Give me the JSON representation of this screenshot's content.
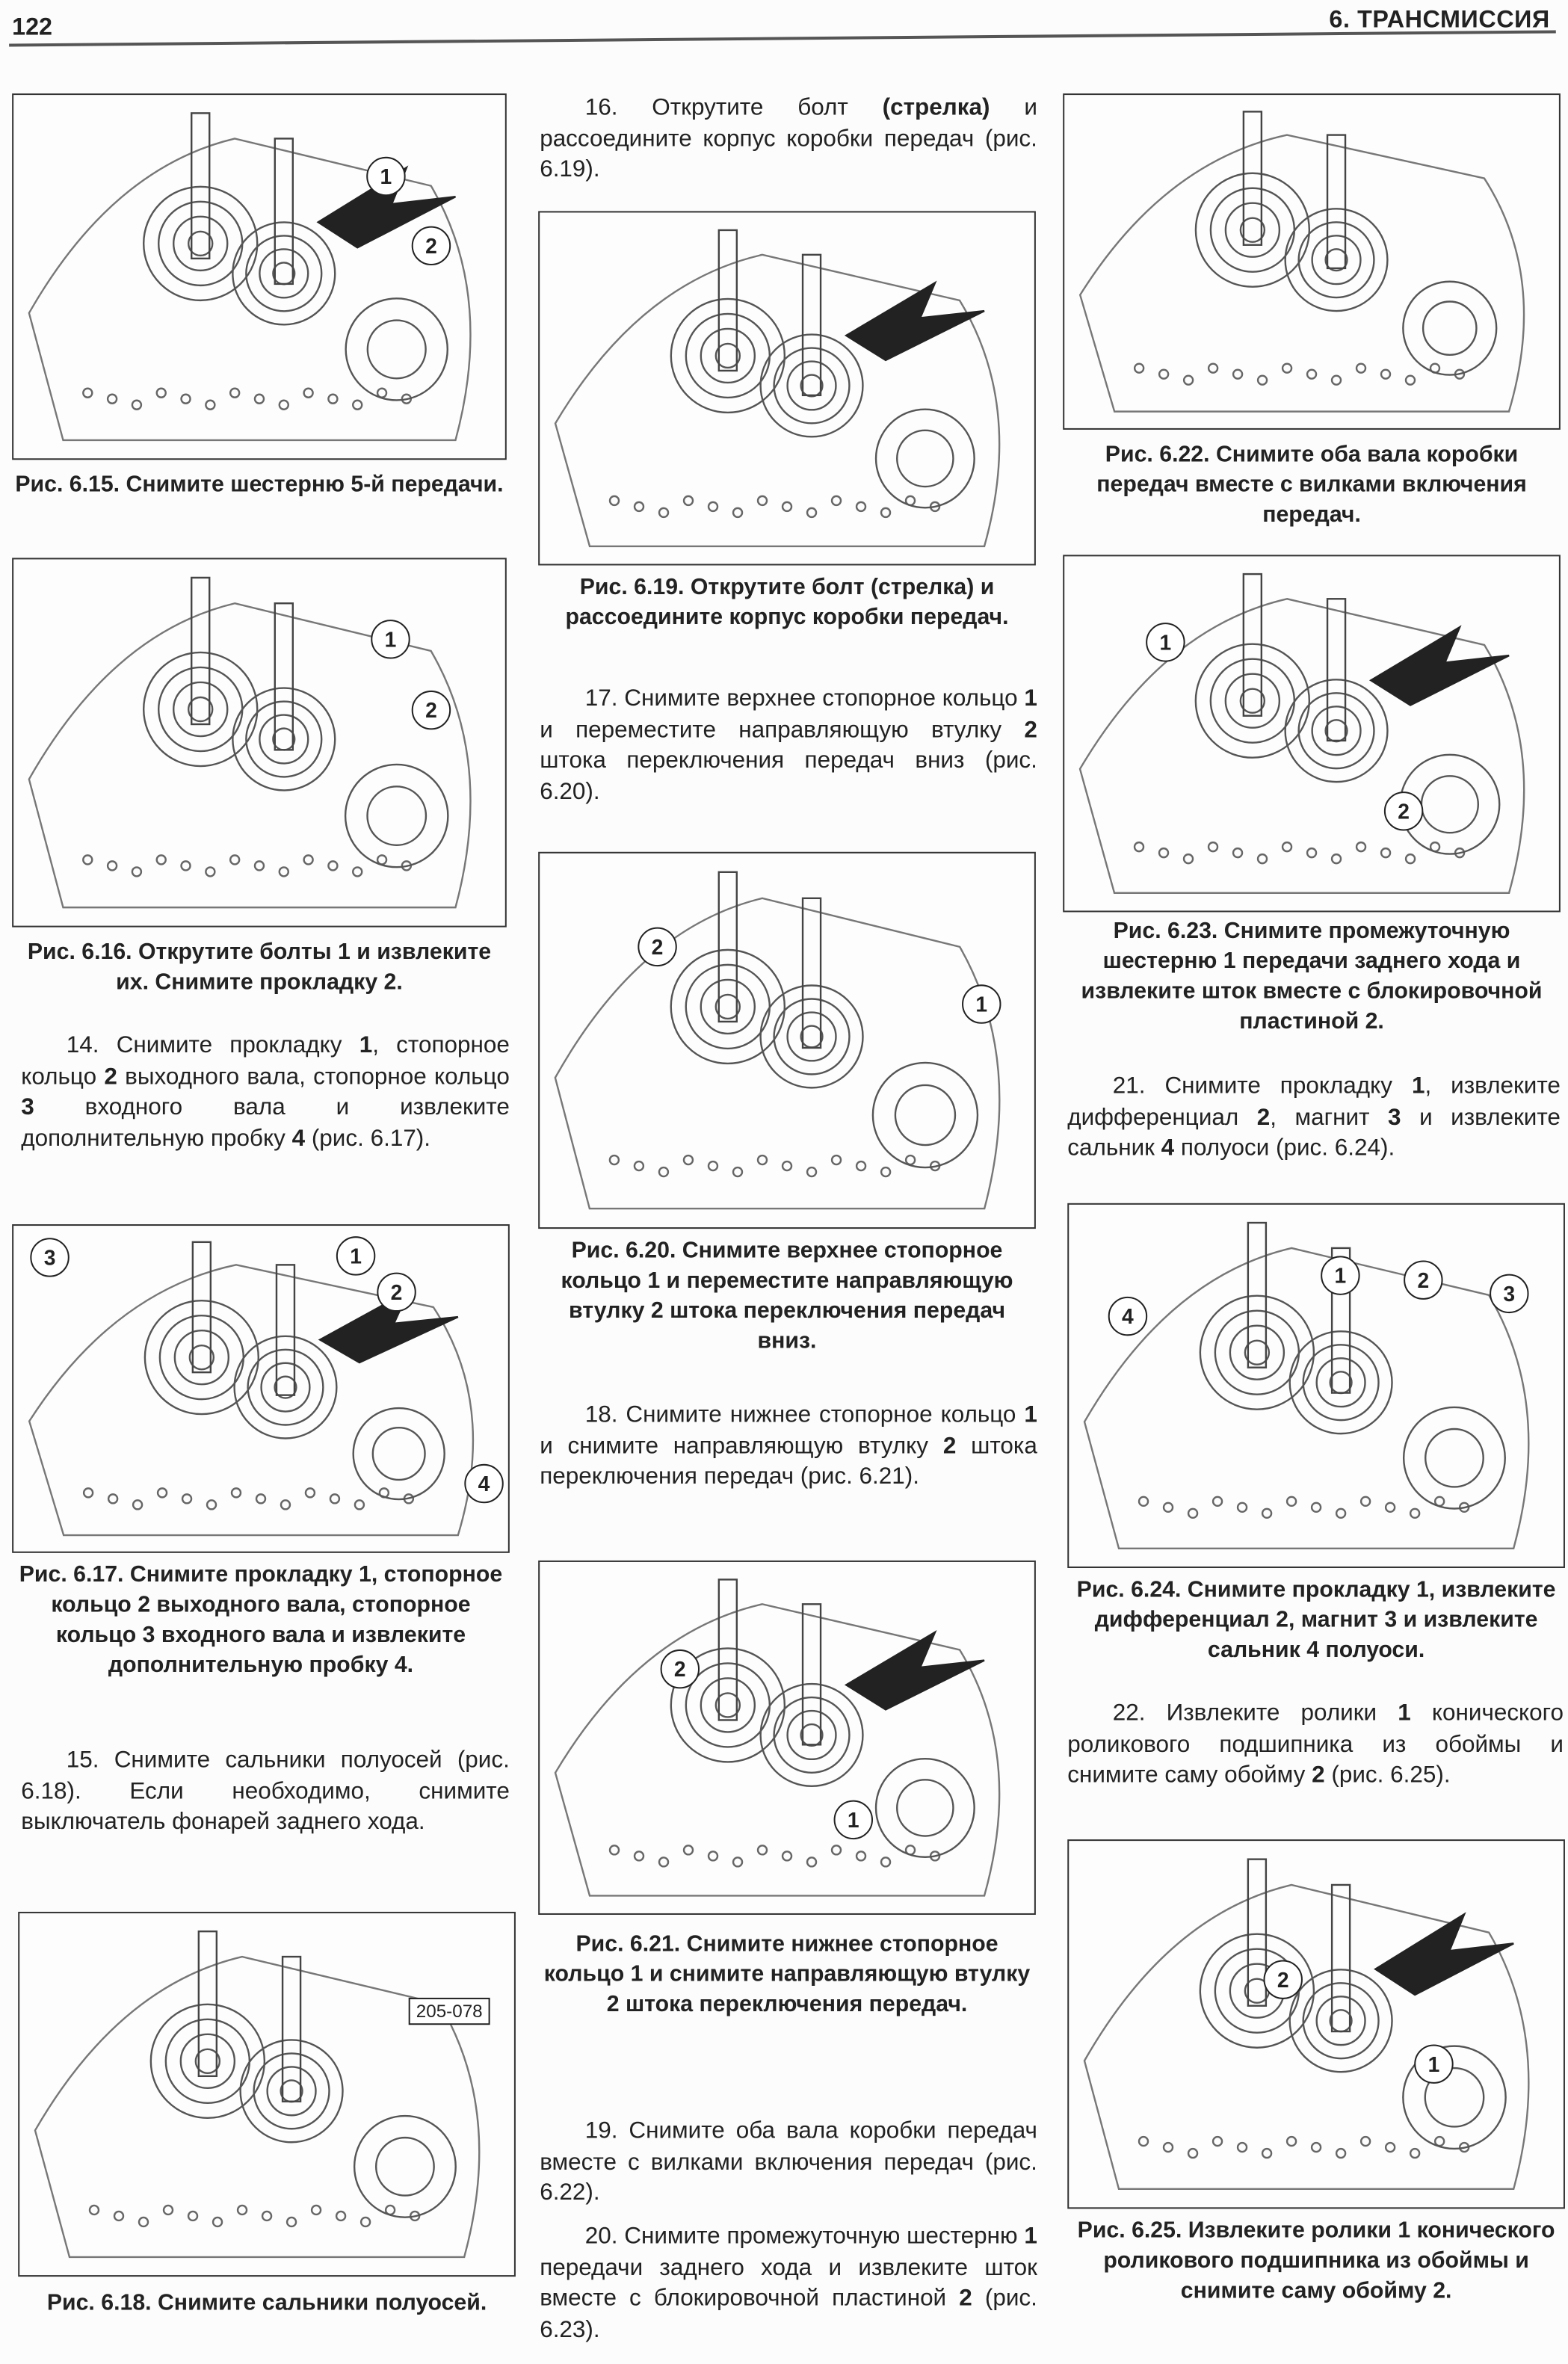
{
  "header": {
    "page_number": "122",
    "chapter": "6. ТРАНСМИССИЯ"
  },
  "figures": {
    "f615": {
      "caption": "Рис. 6.15. Снимите шестерню 5-й передачи.",
      "callouts": [
        "1",
        "2"
      ]
    },
    "f616": {
      "caption": "Рис. 6.16. Открутите болты 1 и извлеките их. Снимите прокладку 2.",
      "callouts": [
        "1",
        "2"
      ]
    },
    "f617": {
      "caption": "Рис. 6.17. Снимите прокладку 1, стопорное кольцо 2 выходного вала, стопорное кольцо 3 входного вала и извлеките дополнительную пробку 4.",
      "callouts": [
        "3",
        "1",
        "2",
        "4"
      ]
    },
    "f618": {
      "caption": "Рис. 6.18. Снимите сальники полуосей.",
      "tool_label": "205-078"
    },
    "f619": {
      "caption": "Рис. 6.19. Открутите болт (стрелка) и рассоедините корпус коробки передач."
    },
    "f620": {
      "caption": "Рис. 6.20. Снимите верхнее стопорное кольцо 1 и переместите направляющую втулку 2 штока переключения передач вниз.",
      "callouts": [
        "2",
        "1"
      ]
    },
    "f621": {
      "caption": "Рис. 6.21. Снимите нижнее стопорное кольцо 1 и снимите направляющую втулку 2 штока переключения передач.",
      "callouts": [
        "2",
        "1"
      ]
    },
    "f622": {
      "caption": "Рис. 6.22. Снимите оба вала коробки передач вместе с вилками включения передач."
    },
    "f623": {
      "caption": "Рис. 6.23. Снимите промежуточную шестерню 1 передачи заднего хода и извлеките шток вместе с блокировочной пластиной 2.",
      "callouts": [
        "1",
        "2"
      ]
    },
    "f624": {
      "caption": "Рис. 6.24. Снимите прокладку 1, извлеките дифференциал 2, магнит 3 и извлеките сальник 4 полуоси.",
      "callouts": [
        "1",
        "2",
        "3",
        "4"
      ]
    },
    "f625": {
      "caption": "Рис. 6.25. Извлеките ролики 1 конического роликового подшипника из обоймы и снимите саму обойму 2.",
      "callouts": [
        "2",
        "1"
      ]
    }
  },
  "paragraphs": {
    "p14": [
      {
        "t": "14. Снимите прокладку "
      },
      {
        "t": "1",
        "b": true
      },
      {
        "t": ", стопорное кольцо "
      },
      {
        "t": "2",
        "b": true
      },
      {
        "t": " выходного вала, стопорное кольцо "
      },
      {
        "t": "3",
        "b": true
      },
      {
        "t": " входного вала и извлеките дополнительную пробку "
      },
      {
        "t": "4",
        "b": true
      },
      {
        "t": " (рис. 6.17)."
      }
    ],
    "p15": [
      {
        "t": "15. Снимите сальники полуосей (рис. 6.18). Если необходимо, снимите выключатель фонарей заднего хода."
      }
    ],
    "p16": [
      {
        "t": "16. Открутите болт "
      },
      {
        "t": "(стрелка)",
        "b": true
      },
      {
        "t": " и рассоедините корпус коробки передач (рис. 6.19)."
      }
    ],
    "p17": [
      {
        "t": "17. Снимите верхнее стопорное кольцо "
      },
      {
        "t": "1",
        "b": true
      },
      {
        "t": " и переместите направляющую втулку "
      },
      {
        "t": "2",
        "b": true
      },
      {
        "t": " штока переключения передач вниз (рис. 6.20)."
      }
    ],
    "p18": [
      {
        "t": "18. Снимите нижнее стопорное кольцо "
      },
      {
        "t": "1",
        "b": true
      },
      {
        "t": " и снимите направляющую втулку "
      },
      {
        "t": "2",
        "b": true
      },
      {
        "t": " штока переключения передач (рис. 6.21)."
      }
    ],
    "p19": [
      {
        "t": "19. Снимите оба вала коробки передач вместе с вилками включения передач (рис. 6.22)."
      }
    ],
    "p20": [
      {
        "t": "20. Снимите промежуточную шестерню "
      },
      {
        "t": "1",
        "b": true
      },
      {
        "t": " передачи заднего хода и извлеките шток вместе с блокировочной пластиной "
      },
      {
        "t": "2",
        "b": true
      },
      {
        "t": " (рис. 6.23)."
      }
    ],
    "p21": [
      {
        "t": "21. Снимите прокладку "
      },
      {
        "t": "1",
        "b": true
      },
      {
        "t": ", извлеките дифференциал "
      },
      {
        "t": "2",
        "b": true
      },
      {
        "t": ", магнит "
      },
      {
        "t": "3",
        "b": true
      },
      {
        "t": " и извлеките сальник "
      },
      {
        "t": "4",
        "b": true
      },
      {
        "t": " полуоси (рис. 6.24)."
      }
    ],
    "p22": [
      {
        "t": "22. Извлеките ролики "
      },
      {
        "t": "1",
        "b": true
      },
      {
        "t": " конического роликового подшипника из обоймы и снимите саму обойму "
      },
      {
        "t": "2",
        "b": true
      },
      {
        "t": " (рис. 6.25)."
      }
    ]
  }
}
